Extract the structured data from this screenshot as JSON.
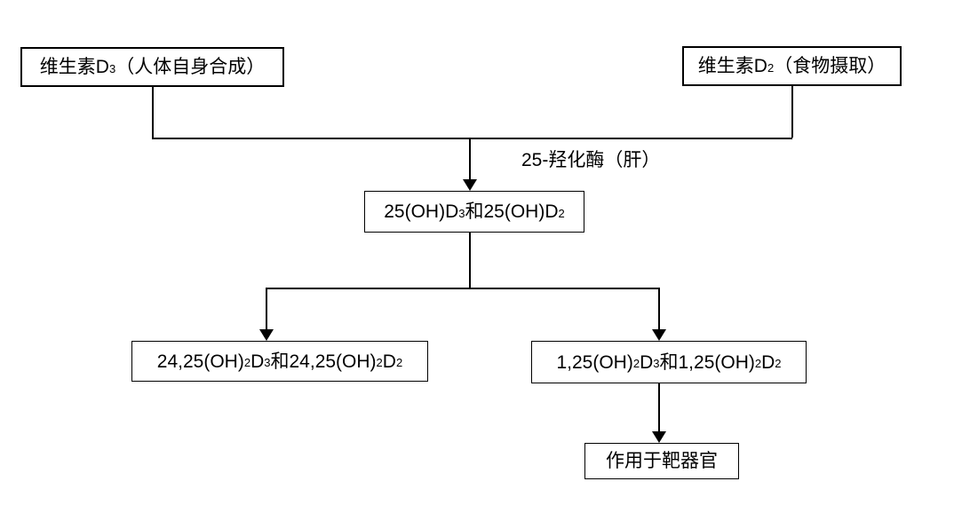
{
  "diagram": {
    "title": "vitamin-d-metabolism-flowchart",
    "colors": {
      "background": "#ffffff",
      "line": "#000000",
      "text": "#000000"
    },
    "nodes": {
      "vitamin_d3": {
        "plain_text": "维生素D3（人体自身合成）",
        "segments": [
          {
            "t": "维生素D"
          },
          {
            "t": "3",
            "sub": true
          },
          {
            "t": "（人体自身合成）"
          }
        ]
      },
      "vitamin_d2": {
        "plain_text": "维生素D2（食物摄取）",
        "segments": [
          {
            "t": "维生素D"
          },
          {
            "t": "2",
            "sub": true
          },
          {
            "t": "（食物摄取）"
          }
        ]
      },
      "oh_d": {
        "plain_text": "25(OH)D3和25(OH)D2",
        "segments": [
          {
            "t": "25(OH)D"
          },
          {
            "t": "3",
            "sub": true
          },
          {
            "t": "和25(OH)D"
          },
          {
            "t": "2",
            "sub": true
          }
        ]
      },
      "oh2_d_2425": {
        "plain_text": "24,25(OH)2D3和24,25(OH)2D2",
        "segments": [
          {
            "t": "24,25(OH)"
          },
          {
            "t": "2",
            "sub": true
          },
          {
            "t": "D"
          },
          {
            "t": "3",
            "sub": true
          },
          {
            "t": "和24,25(OH)"
          },
          {
            "t": "2",
            "sub": true
          },
          {
            "t": "D"
          },
          {
            "t": "2",
            "sub": true
          }
        ]
      },
      "oh2_d_125": {
        "plain_text": "1,25(OH)2D3和1,25(OH)2D2",
        "segments": [
          {
            "t": "1,25(OH)"
          },
          {
            "t": "2",
            "sub": true
          },
          {
            "t": "D"
          },
          {
            "t": "3",
            "sub": true
          },
          {
            "t": "和1,25(OH)"
          },
          {
            "t": "2",
            "sub": true
          },
          {
            "t": "D"
          },
          {
            "t": "2",
            "sub": true
          }
        ]
      },
      "target_organ": {
        "plain_text": "作用于靶器官",
        "segments": [
          {
            "t": "作用于靶器官"
          }
        ]
      }
    },
    "labels": {
      "enzyme": {
        "plain_text": "25-羟化酶（肝）",
        "segments": [
          {
            "t": "25-羟化酶（肝）"
          }
        ]
      }
    }
  }
}
